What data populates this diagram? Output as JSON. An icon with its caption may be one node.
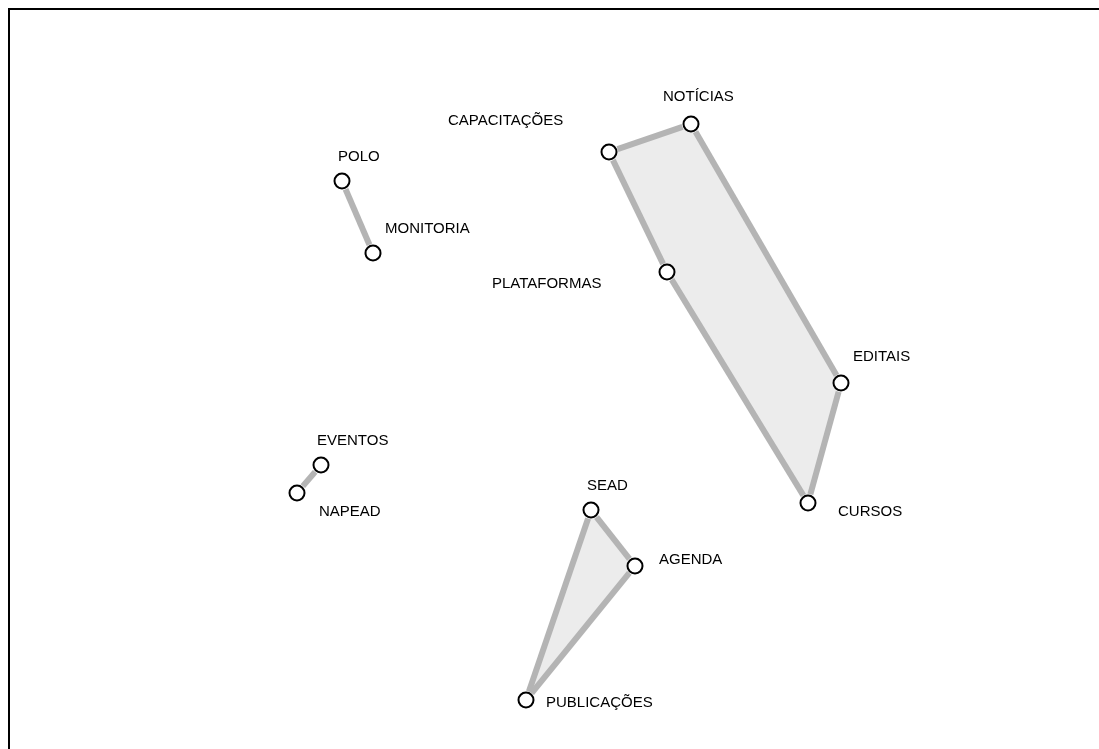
{
  "diagram": {
    "nodes": [
      {
        "text": [],
        "shape": "circle",
        "beside": [
          "NOTÍCIAS"
        ]
      },
      {
        "text": [],
        "shape": "circle",
        "beside": [
          "CAPACITAÇÕES"
        ]
      },
      {
        "text": [],
        "shape": "circle",
        "beside": [
          "POLO"
        ]
      },
      {
        "text": [],
        "shape": "circle",
        "beside": [
          "MONITORIA"
        ]
      },
      {
        "text": [],
        "shape": "circle",
        "beside": [
          "PLATAFORMAS"
        ]
      },
      {
        "text": [],
        "shape": "circle",
        "beside": [
          "EDITAIS"
        ]
      },
      {
        "text": [],
        "shape": "circle",
        "beside": [
          "EVENTOS"
        ]
      },
      {
        "text": [],
        "shape": "circle",
        "beside": [
          "SEAD"
        ]
      },
      {
        "text": [],
        "shape": "circle",
        "beside": [
          "NAPEAD"
        ]
      },
      {
        "text": [],
        "shape": "circle",
        "beside": [
          "CURSOS"
        ]
      },
      {
        "text": [],
        "shape": "circle",
        "beside": [
          "AGENDA"
        ]
      },
      {
        "text": [],
        "shape": "circle",
        "beside": [
          "PUBLICAÇÕES"
        ]
      }
    ],
    "edges": [
      {
        "from": 1,
        "to": 0,
        "arrow": "none"
      },
      {
        "from": 0,
        "to": 5,
        "arrow": "none"
      },
      {
        "from": 5,
        "to": 9,
        "arrow": "none"
      },
      {
        "from": 9,
        "to": 4,
        "arrow": "none"
      },
      {
        "from": 4,
        "to": 1,
        "arrow": "none"
      },
      {
        "from": 2,
        "to": 3,
        "arrow": "none"
      },
      {
        "from": 6,
        "to": 8,
        "arrow": "none"
      },
      {
        "from": 7,
        "to": 10,
        "arrow": "none"
      },
      {
        "from": 10,
        "to": 11,
        "arrow": "none"
      },
      {
        "from": 11,
        "to": 7,
        "arrow": "none"
      }
    ]
  }
}
